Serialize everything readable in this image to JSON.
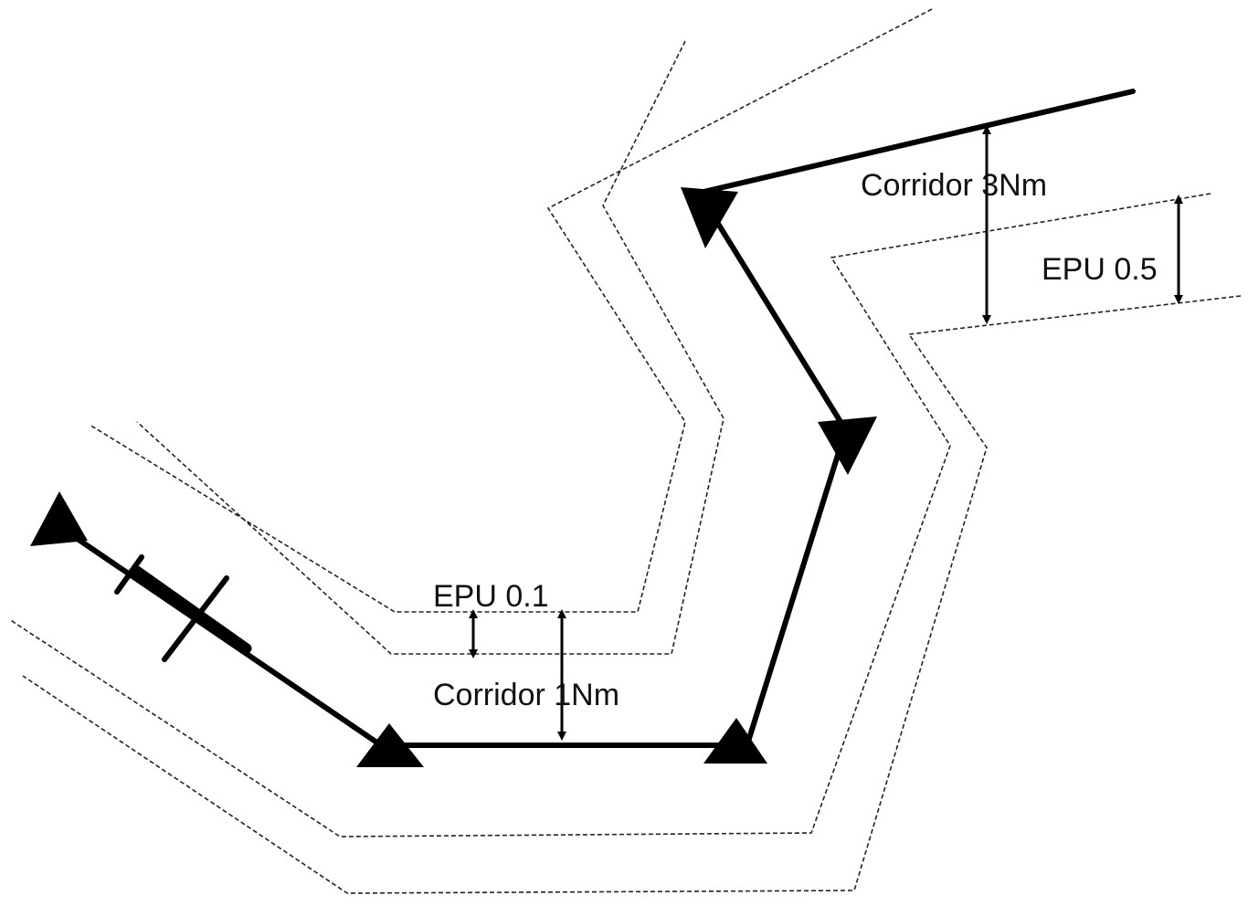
{
  "labels": {
    "corridor_3nm": "Corridor 3Nm",
    "epu_05": "EPU 0.5",
    "epu_01": "EPU 0.1",
    "corridor_1nm": "Corridor 1Nm"
  },
  "colors": {
    "route": "#000000",
    "boundary": "#222222",
    "background": "#ffffff"
  }
}
